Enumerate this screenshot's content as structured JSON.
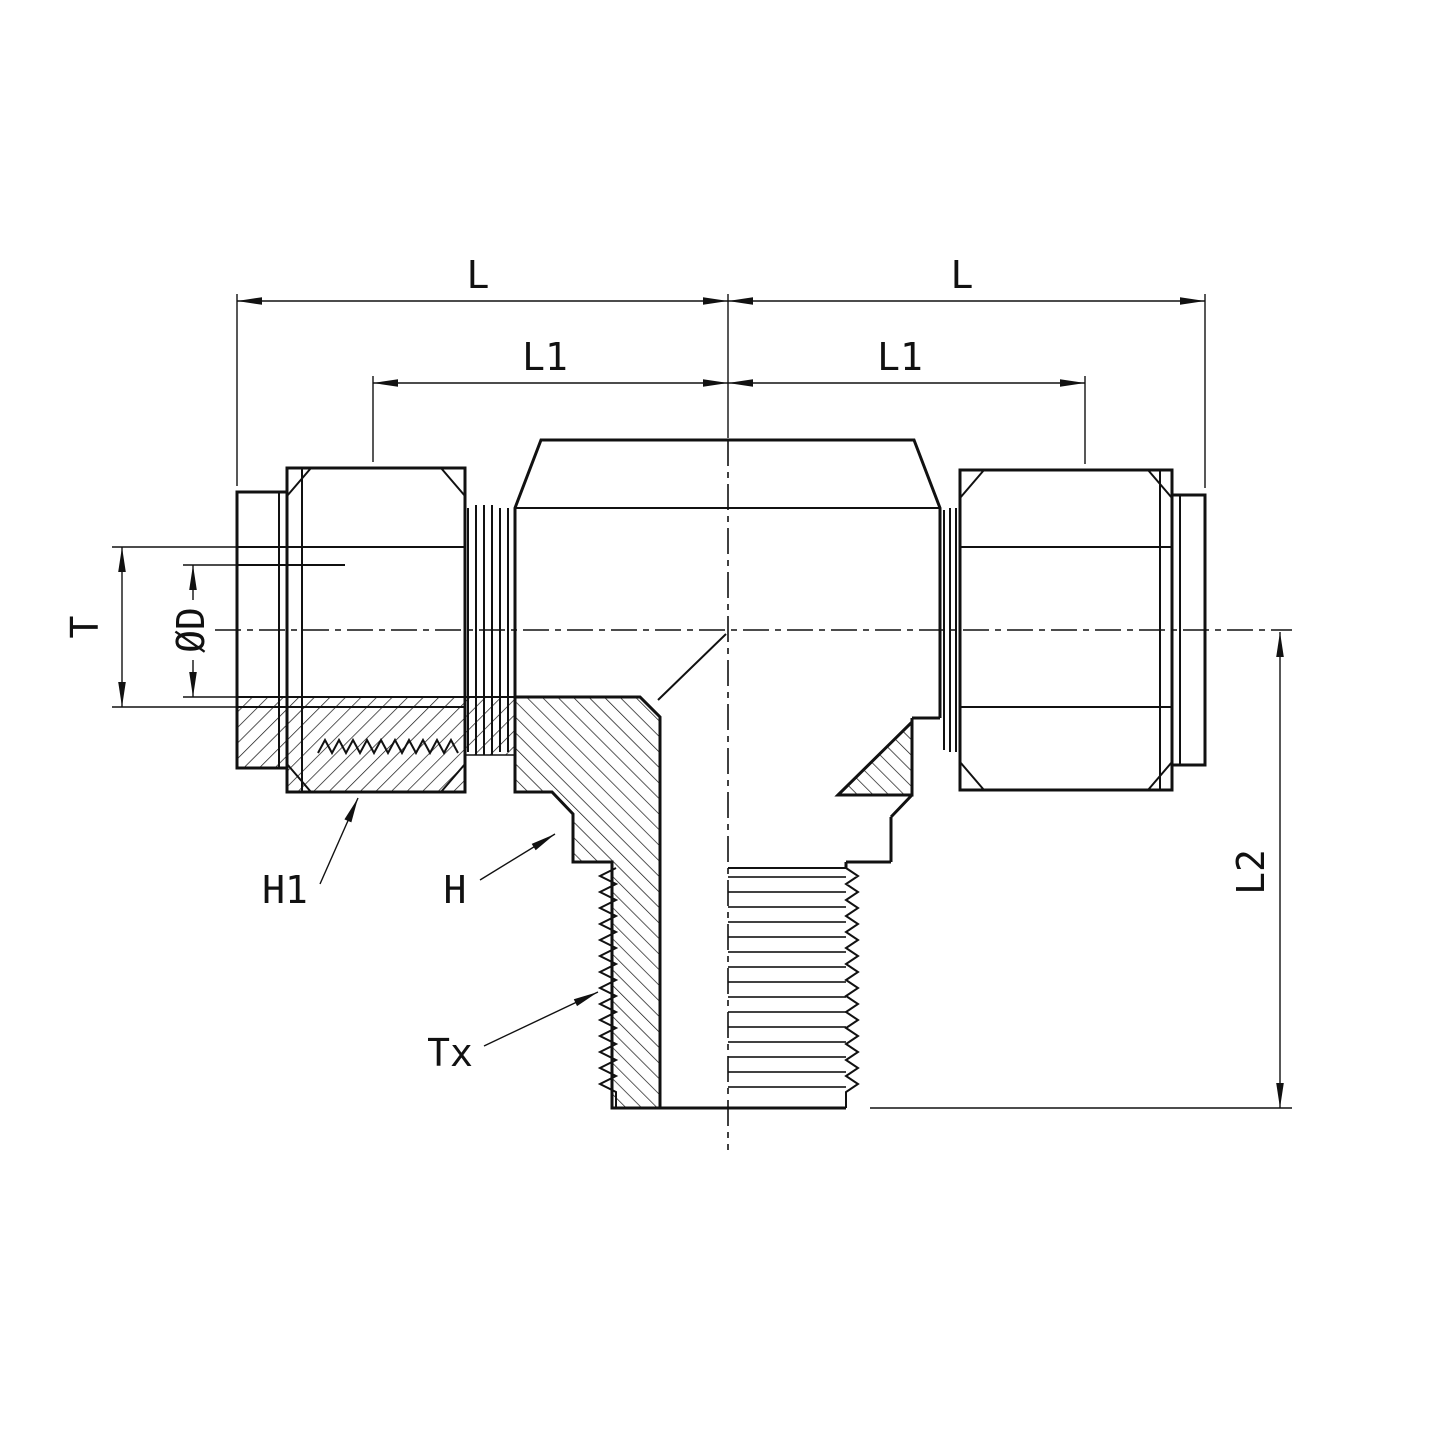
{
  "labels": {
    "dim_l_left": "L",
    "dim_l_right": "L",
    "dim_l1_left": "L1",
    "dim_l1_right": "L1",
    "dim_t": "T",
    "dim_d": "ØD",
    "dim_l2": "L2",
    "label_h1": "H1",
    "label_h": "H",
    "label_tx": "Tx"
  },
  "colors": {
    "line": "#111111",
    "background": "#ffffff"
  }
}
